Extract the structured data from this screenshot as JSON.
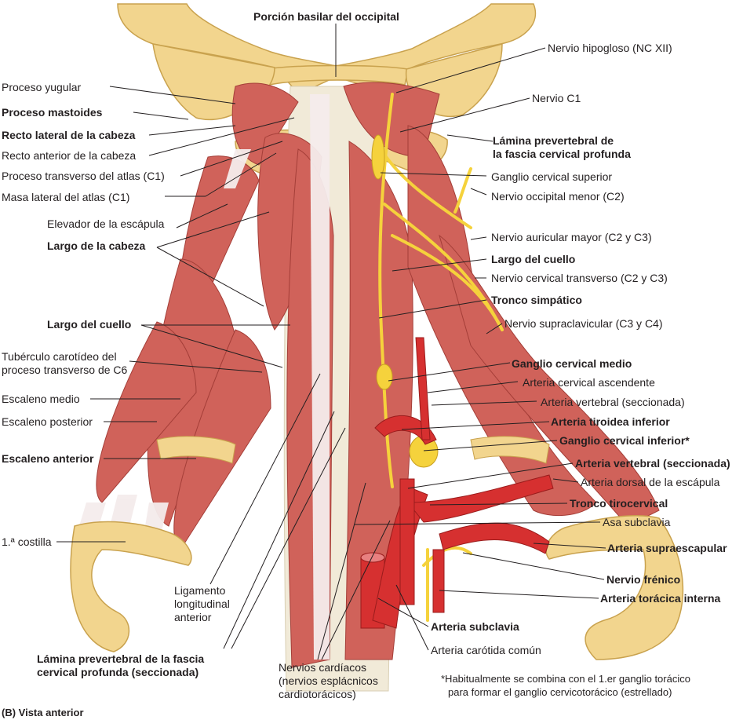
{
  "figure": {
    "caption": "(B) Vista anterior",
    "footnote_line1": "*Habitualmente se combina con el 1.er ganglio torácico",
    "footnote_line2": "para formar el ganglio cervicotorácico (estrellado)"
  },
  "colors": {
    "bone": "#f2d58e",
    "bone_edge": "#c9a24e",
    "muscle": "#d0625a",
    "muscle_light": "#e8a49b",
    "tendon": "#f4ecec",
    "nerve": "#f5d23c",
    "artery": "#d63030",
    "leader": "#231f20"
  },
  "labels": {
    "top": {
      "occipital": "Porción basilar del occipital"
    },
    "left": {
      "proceso_yugular": "Proceso yugular",
      "proceso_mastoides": "Proceso mastoides",
      "recto_lateral": "Recto lateral de la cabeza",
      "recto_anterior": "Recto anterior de la cabeza",
      "proceso_transverso_atlas": "Proceso transverso del atlas (C1)",
      "masa_lateral_atlas": "Masa lateral del atlas (C1)",
      "elevador_escapula": "Elevador de la escápula",
      "largo_cabeza": "Largo de la cabeza",
      "largo_cuello": "Largo del cuello",
      "tuberculo_l1": "Tubérculo carotídeo del",
      "tuberculo_l2": "proceso transverso de C6",
      "escaleno_medio": "Escaleno medio",
      "escaleno_posterior": "Escaleno posterior",
      "escaleno_anterior": "Escaleno anterior",
      "costilla": "1.ª costilla"
    },
    "right": {
      "hipogloso": "Nervio hipogloso (NC XII)",
      "nervio_c1": "Nervio C1",
      "lamina_l1": "Lámina prevertebral de",
      "lamina_l2": "la fascia cervical profunda",
      "ganglio_superior": "Ganglio cervical superior",
      "occipital_menor": "Nervio occipital menor (C2)",
      "auricular_mayor": "Nervio auricular mayor (C2 y C3)",
      "largo_cuello": "Largo del cuello",
      "cervical_transverso": "Nervio cervical transverso (C2 y C3)",
      "tronco_simpatico": "Tronco simpático",
      "supraclavicular": "Nervio supraclavicular (C3 y C4)",
      "ganglio_medio": "Ganglio cervical medio",
      "cervical_ascendente": "Arteria cervical ascendente",
      "vertebral_1": "Arteria vertebral (seccionada)",
      "tiroidea_inferior": "Arteria tiroidea inferior",
      "ganglio_inferior": "Ganglio cervical inferior*",
      "vertebral_2": "Arteria vertebral (seccionada)",
      "dorsal_escapula": "Arteria dorsal de la escápula",
      "tirocervical": "Tronco tirocervical",
      "asa_subclavia": "Asa subclavia",
      "supraescapular": "Arteria supraescapular",
      "frenico": "Nervio frénico",
      "toracica_interna": "Arteria torácica interna",
      "subclavia": "Arteria subclavia",
      "carotida": "Arteria carótida común"
    },
    "bottom": {
      "ligamento_l1": "Ligamento",
      "ligamento_l2": "longitudinal",
      "ligamento_l3": "anterior",
      "lamina_secc_l1": "Lámina prevertebral de la fascia",
      "lamina_secc_l2": "cervical profunda (seccionada)",
      "cardiacos_l1": "Nervios cardíacos",
      "cardiacos_l2": "(nervios esplácnicos",
      "cardiacos_l3": "cardiotorácicos)"
    }
  }
}
